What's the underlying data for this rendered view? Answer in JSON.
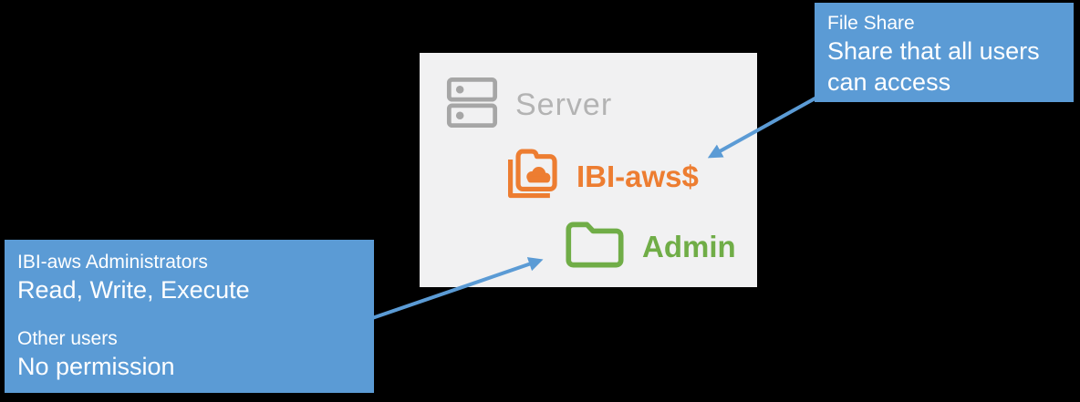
{
  "colors": {
    "bg": "#000000",
    "panel-bg": "#F1F1F2",
    "blue": "#5B9BD5",
    "orange": "#ED7D31",
    "green": "#70AD47",
    "gray": "#A6A6A6",
    "gray-text": "#B3B3B3",
    "white": "#FFFFFF"
  },
  "panel": {
    "server_label": "Server",
    "file_share_label": "IBI-aws$",
    "admin_label": "Admin"
  },
  "callouts": {
    "file_share": {
      "title": "File Share",
      "body": "Share that all users can access"
    },
    "permissions": {
      "admins_title": "IBI-aws Administrators",
      "admins_body": "Read, Write, Execute",
      "others_title": "Other users",
      "others_body": "No permission"
    }
  },
  "icons": [
    {
      "name": "server-icon",
      "shape": "two stacked drive rectangles with dots, gray outline"
    },
    {
      "name": "shared-folder-icon",
      "shape": "orange outline folder stack with filled cloud"
    },
    {
      "name": "cloud-icon",
      "shape": "filled orange cloud inside folder"
    },
    {
      "name": "folder-icon",
      "shape": "green outline folder"
    }
  ]
}
